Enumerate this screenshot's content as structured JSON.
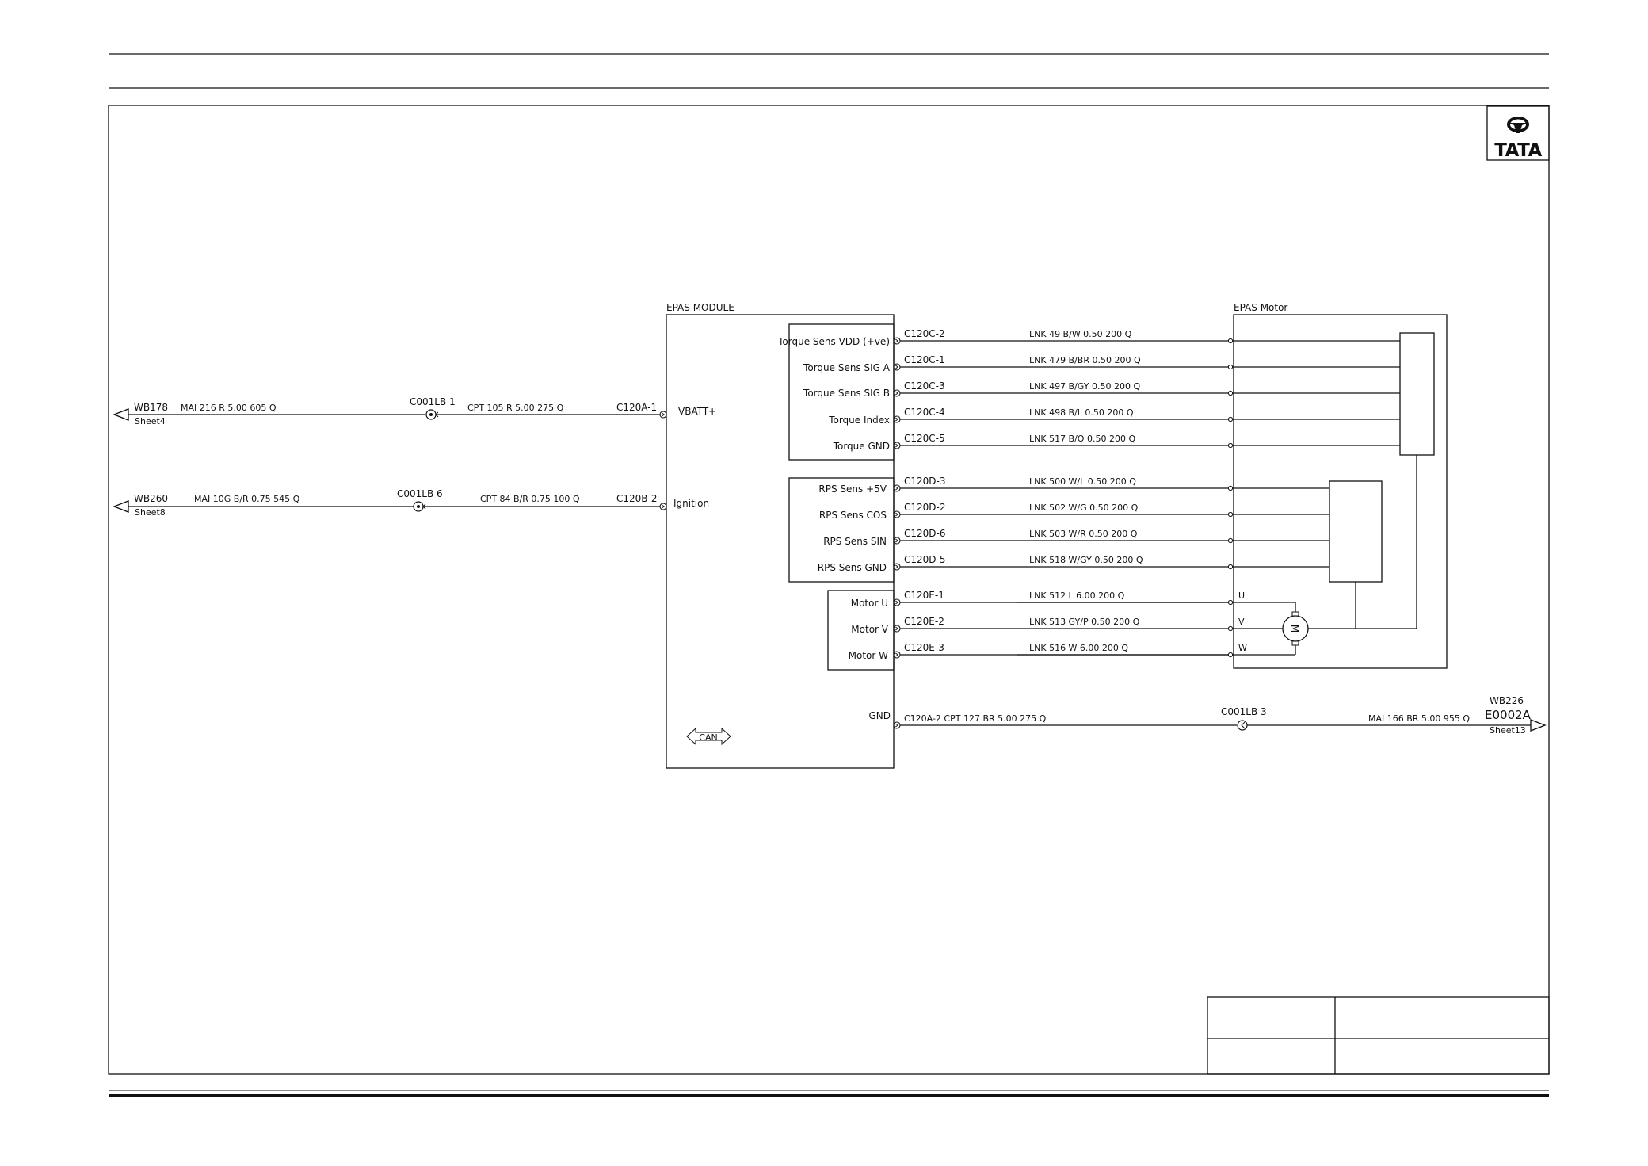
{
  "brand": {
    "name": "TATA"
  },
  "module": {
    "title": "EPAS MODULE",
    "vbatt_label": "VBATT+",
    "ignition_label": "Ignition",
    "gnd_label": "GND",
    "can_label": "CAN"
  },
  "motor": {
    "title": "EPAS Motor",
    "symbol": "M"
  },
  "torque_pins": [
    {
      "label": "Torque Sens VDD (+ve)",
      "connector": "C120C-2",
      "wire": "LNK  49  B/W  0.50  200  Q"
    },
    {
      "label": "Torque  Sens  SIG  A",
      "connector": "C120C-1",
      "wire": "LNK  479  B/BR  0.50  200  Q"
    },
    {
      "label": "Torque  Sens  SIG  B",
      "connector": "C120C-3",
      "wire": "LNK  497  B/GY  0.50  200  Q"
    },
    {
      "label": "Torque  Index",
      "connector": "C120C-4",
      "wire": "LNK  498  B/L  0.50  200  Q"
    },
    {
      "label": "Torque  GND",
      "connector": "C120C-5",
      "wire": "LNK     517  B/O  0.50  200  Q"
    }
  ],
  "rps_pins": [
    {
      "label": "RPS  Sens  +5V",
      "connector": "C120D-3",
      "wire": "LNK  500  W/L  0.50  200  Q"
    },
    {
      "label": "RPS  Sens  COS",
      "connector": "C120D-2",
      "wire": "LNK  502  W/G  0.50  200  Q"
    },
    {
      "label": "RPS  Sens  SIN",
      "connector": "C120D-6",
      "wire": "LNK  503  W/R  0.50  200  Q"
    },
    {
      "label": "RPS  Sens  GND",
      "connector": "C120D-5",
      "wire": "LNK    518  W/GY  0.50  200  Q"
    }
  ],
  "motor_pins": [
    {
      "label": "Motor  U",
      "connector": "C120E-1",
      "wire": "LNK  512  L  6.00  200  Q",
      "phase": "U"
    },
    {
      "label": "Motor  V",
      "connector": "C120E-2",
      "wire": "LNK  513  GY/P  0.50  200  Q",
      "phase": "V"
    },
    {
      "label": "Motor  W",
      "connector": "C120E-3",
      "wire": "LNK  516  W  6.00  200  Q",
      "phase": "W"
    }
  ],
  "vbatt_circuit": {
    "origin": "WB178",
    "origin_sheet": "Sheet4",
    "wire1": "MAI    216  R  5.00  605  Q",
    "splice": "C001LB  1",
    "wire2": "CPT    105  R  5.00  275  Q",
    "connector": "C120A-1"
  },
  "ignition_circuit": {
    "origin": "WB260",
    "origin_sheet": "Sheet8",
    "wire1": "MAI  10G  B/R  0.75  545  Q",
    "splice": "C001LB  6",
    "wire2": "CPT  84  B/R  0.75  100  Q",
    "connector": "C120B-2"
  },
  "gnd_circuit": {
    "connector_wire": "C120A-2   CPT  127  BR  5.00  275  Q",
    "splice": "C001LB  3",
    "wire": "MAI  166  BR  5.00  955  Q",
    "dest": "WB226",
    "dest_id": "E0002A",
    "dest_sheet": "Sheet13"
  }
}
